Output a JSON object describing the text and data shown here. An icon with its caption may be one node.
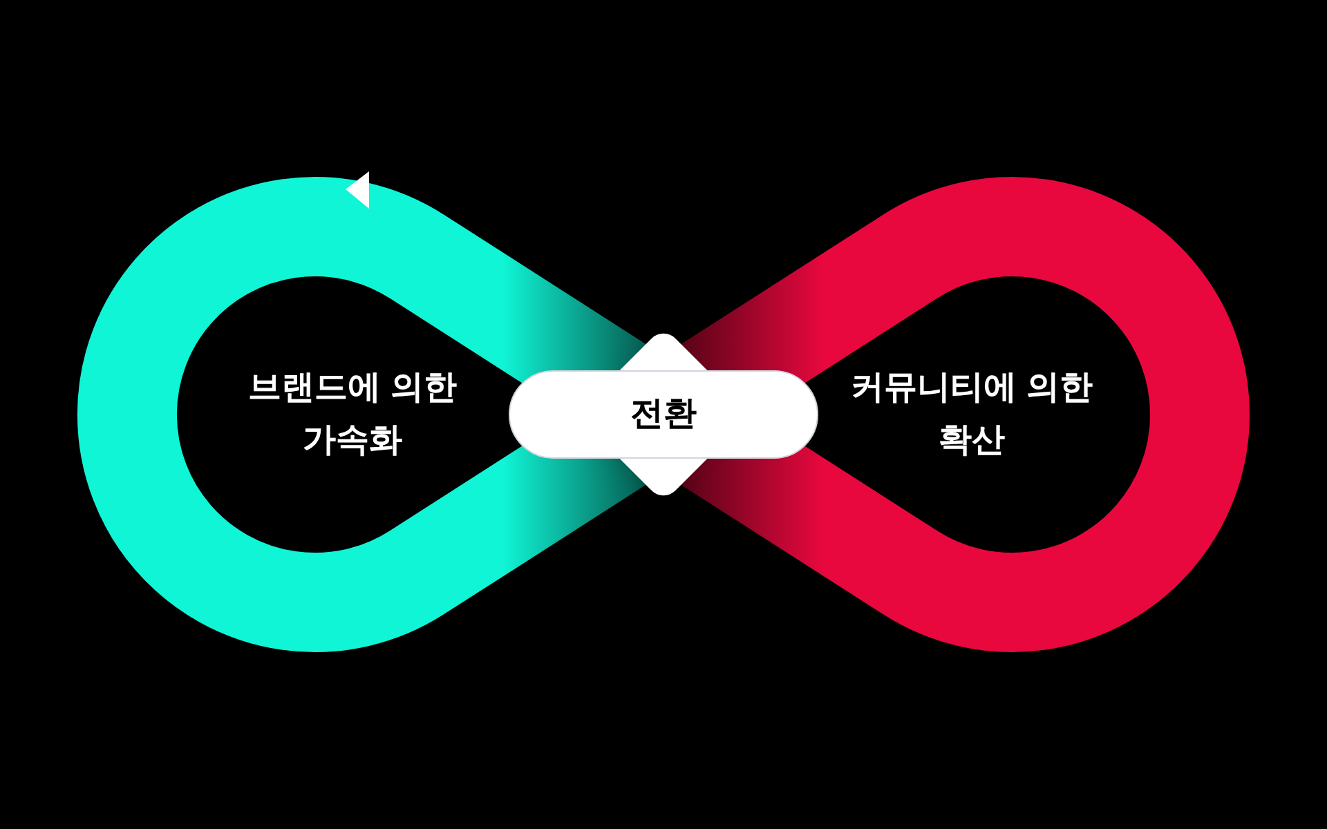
{
  "diagram": {
    "nodes": [
      {
        "text": [
          "브랜드에 의한 가속화"
        ]
      },
      {
        "text": [
          "전환"
        ]
      },
      {
        "text": [
          "커뮤니티에 의한 확산"
        ]
      }
    ]
  }
}
